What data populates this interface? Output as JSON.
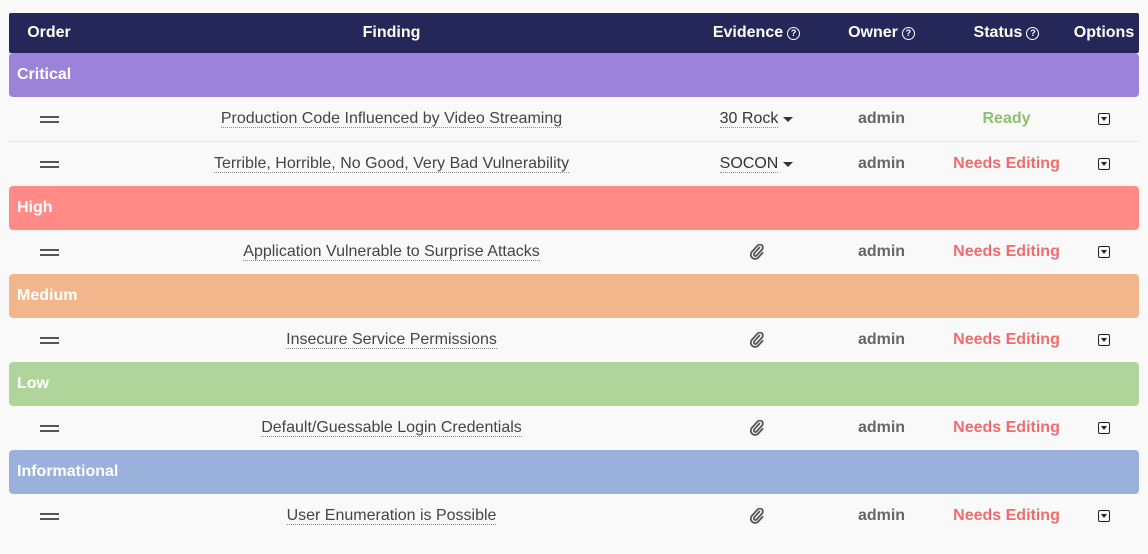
{
  "header": {
    "order": "Order",
    "finding": "Finding",
    "evidence": "Evidence",
    "owner": "Owner",
    "status": "Status",
    "options": "Options"
  },
  "colors": {
    "header_bg": "#262759",
    "ready": "#8dc16d",
    "needs_editing": "#f36b6b",
    "critical": "#9c82d8",
    "high": "#ff8a86",
    "medium": "#f2b68c",
    "low": "#b0d59a",
    "informational": "#9ab1dc"
  },
  "groups": [
    {
      "label": "Critical",
      "color": "#9c82d8",
      "rows": [
        {
          "title": "Production Code Influenced by Video Streaming",
          "evidence": "30 Rock",
          "evidence_type": "dropdown",
          "owner": "admin",
          "status": "Ready",
          "status_color": "#8dc16d"
        },
        {
          "title": "Terrible, Horrible, No Good, Very Bad Vulnerability",
          "evidence": "SOCON",
          "evidence_type": "dropdown",
          "owner": "admin",
          "status": "Needs Editing",
          "status_color": "#f36b6b"
        }
      ]
    },
    {
      "label": "High",
      "color": "#ff8a86",
      "rows": [
        {
          "title": "Application Vulnerable to Surprise Attacks",
          "evidence": "paperclip-icon",
          "evidence_type": "icon",
          "owner": "admin",
          "status": "Needs Editing",
          "status_color": "#f36b6b"
        }
      ]
    },
    {
      "label": "Medium",
      "color": "#f2b68c",
      "rows": [
        {
          "title": "Insecure Service Permissions",
          "evidence": "paperclip-icon",
          "evidence_type": "icon",
          "owner": "admin",
          "status": "Needs Editing",
          "status_color": "#f36b6b"
        }
      ]
    },
    {
      "label": "Low",
      "color": "#b0d59a",
      "rows": [
        {
          "title": "Default/Guessable Login Credentials",
          "evidence": "paperclip-icon",
          "evidence_type": "icon",
          "owner": "admin",
          "status": "Needs Editing",
          "status_color": "#f36b6b"
        }
      ]
    },
    {
      "label": "Informational",
      "color": "#9ab1dc",
      "rows": [
        {
          "title": "User Enumeration is Possible",
          "evidence": "paperclip-icon",
          "evidence_type": "icon",
          "owner": "admin",
          "status": "Needs Editing",
          "status_color": "#f36b6b"
        }
      ]
    }
  ]
}
